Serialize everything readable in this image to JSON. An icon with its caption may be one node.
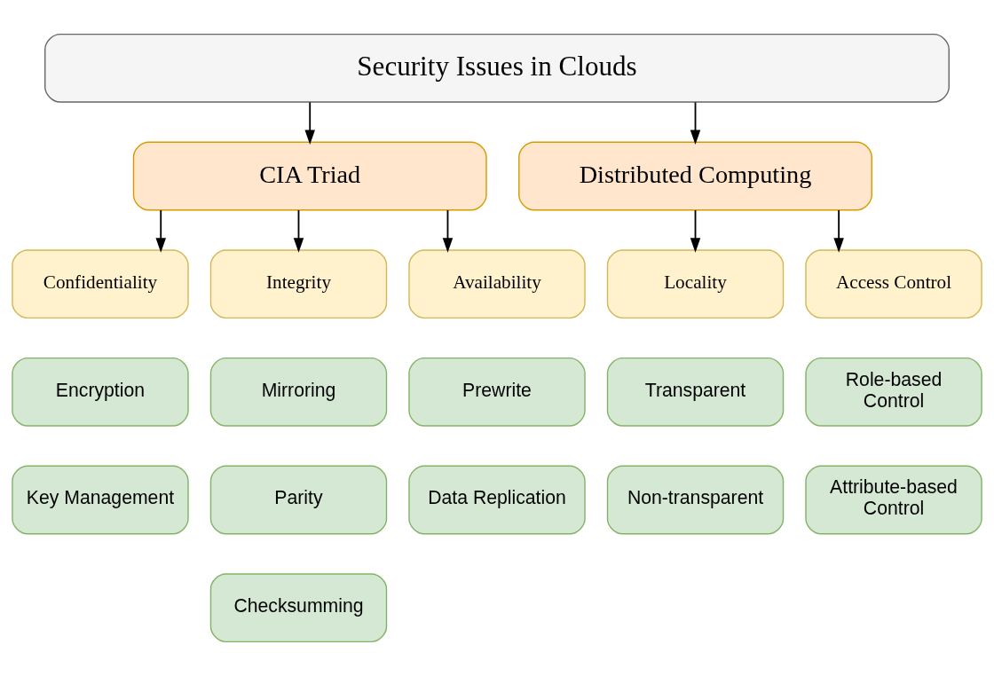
{
  "diagram": {
    "nodes": [
      {
        "text": [
          "Security Issues in Clouds"
        ]
      },
      {
        "text": [
          "CIA Triad"
        ]
      },
      {
        "text": [
          "Distributed Computing"
        ]
      },
      {
        "text": [
          "Confidentiality"
        ]
      },
      {
        "text": [
          "Integrity"
        ]
      },
      {
        "text": [
          "Availability"
        ]
      },
      {
        "text": [
          "Locality"
        ]
      },
      {
        "text": [
          "Access Control"
        ]
      },
      {
        "text": [
          "Encryption"
        ]
      },
      {
        "text": [
          "Key Management"
        ]
      },
      {
        "text": [
          "Mirroring"
        ]
      },
      {
        "text": [
          "Parity"
        ]
      },
      {
        "text": [
          "Checksumming"
        ]
      },
      {
        "text": [
          "Prewrite"
        ]
      },
      {
        "text": [
          "Data Replication"
        ]
      },
      {
        "text": [
          "Transparent"
        ]
      },
      {
        "text": [
          "Non-transparent"
        ]
      },
      {
        "text": [
          "Role-based Control"
        ]
      },
      {
        "text": [
          "Attribute-based Control"
        ]
      }
    ],
    "edges": [
      {
        "from": 0,
        "to": 1,
        "arrow": "to"
      },
      {
        "from": 0,
        "to": 2,
        "arrow": "to"
      },
      {
        "from": 1,
        "to": 3,
        "arrow": "to"
      },
      {
        "from": 1,
        "to": 4,
        "arrow": "to"
      },
      {
        "from": 1,
        "to": 5,
        "arrow": "to"
      },
      {
        "from": 2,
        "to": 6,
        "arrow": "to"
      },
      {
        "from": 2,
        "to": 7,
        "arrow": "to"
      }
    ]
  }
}
